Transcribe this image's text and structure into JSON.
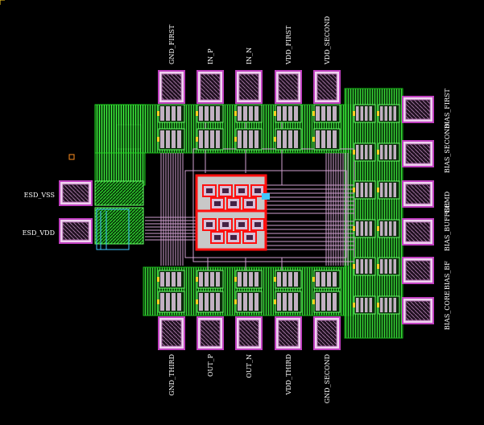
{
  "layout_title": "",
  "pins": {
    "top": [
      "GND_FIRST",
      "IN_P",
      "IN_N",
      "VDD_FIRST",
      "VDD_SECOND"
    ],
    "bottom": [
      "GND_THIRD",
      "OUT_P",
      "OUT_N",
      "VDD_THIRD",
      "GND_SECOND"
    ],
    "left": [
      "ESD_VSS",
      "ESD_VDD"
    ],
    "right": [
      "BIAS_FIRST",
      "BIAS_SECOND",
      "GCMD",
      "BIAS_BUFFER",
      "BIAS_BF",
      "BIAS_CORE"
    ]
  },
  "colors": {
    "background": "#000000",
    "pad_fill": "#f0d2f0",
    "pad_border": "#c040c0",
    "guard_ring": "#22dd22",
    "metal_lines": "#d0a0d0",
    "core_outline": "#ff1010",
    "core_fill": "#c8c8c8",
    "cyan_lines": "#40c8ff",
    "yellow_marks": "#ffd020"
  }
}
